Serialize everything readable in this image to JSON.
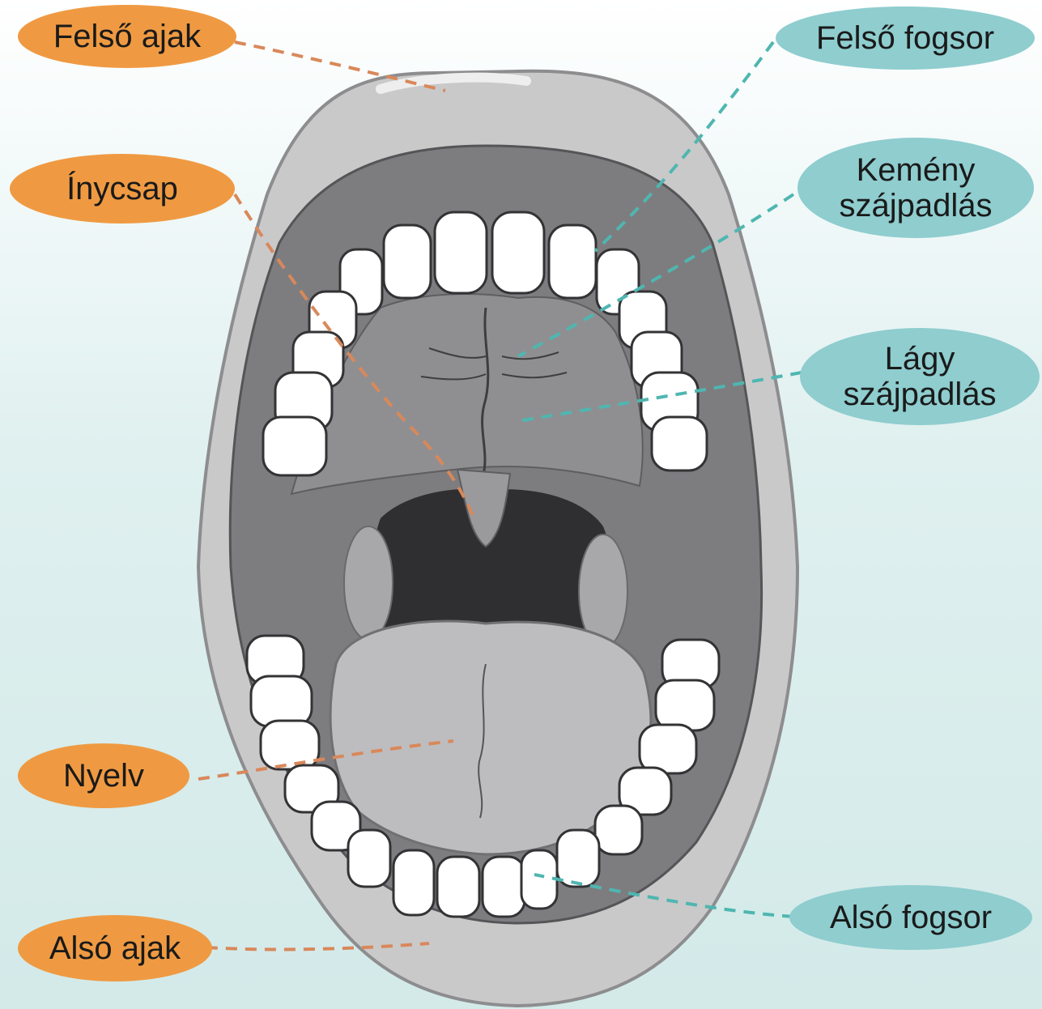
{
  "labels": {
    "upper_lip": "Felső ajak",
    "uvula": "Ínycsap",
    "tongue": "Nyelv",
    "lower_lip": "Alsó ajak",
    "upper_teeth": "Felső fogsor",
    "hard_palate_line1": "Kemény",
    "hard_palate_line2": "szájpadlás",
    "soft_palate_line1": "Lágy",
    "soft_palate_line2": "szájpadlás",
    "lower_teeth": "Alsó fogsor"
  },
  "colors": {
    "orange_label": "#ef9a42",
    "teal_label": "#8fcdcf",
    "lip_gray": "#c9c9ca",
    "palate_gray": "#8a8a8c",
    "throat_dark": "#2f2f31",
    "tooth_white": "#ffffff"
  }
}
